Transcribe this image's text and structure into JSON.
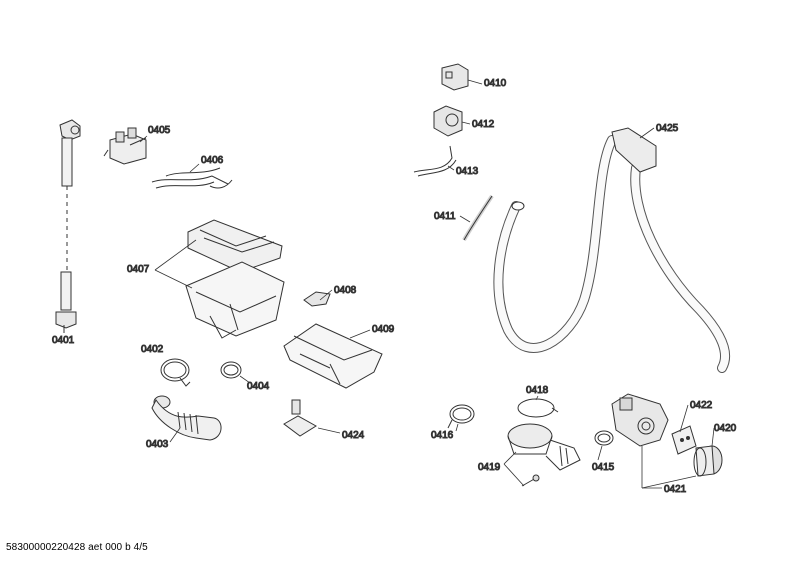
{
  "diagram": {
    "labels": {
      "p0401": "0401",
      "p0402": "0402",
      "p0403": "0403",
      "p0404": "0404",
      "p0405": "0405",
      "p0406": "0406",
      "p0407": "0407",
      "p0408": "0408",
      "p0409": "0409",
      "p0410": "0410",
      "p0411": "0411",
      "p0412": "0412",
      "p0413": "0413",
      "p0415": "0415",
      "p0416": "0416",
      "p0418": "0418",
      "p0419": "0419",
      "p0420": "0420",
      "p0421": "0421",
      "p0422": "0422",
      "p0424": "0424",
      "p0425": "0425"
    },
    "footer": "58300000220428 aet 000 b 4/5"
  }
}
